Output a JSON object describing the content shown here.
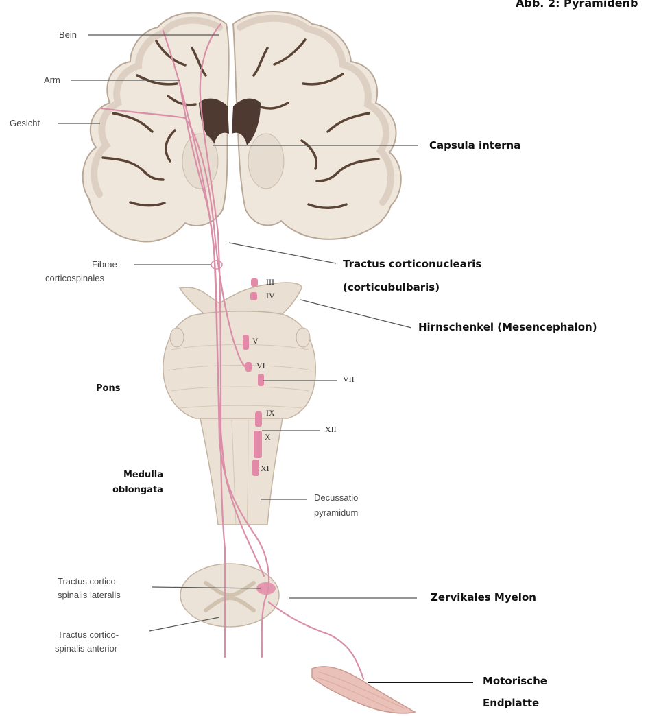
{
  "header": {
    "partial_title": "Abb. 2: Pyramidenb"
  },
  "labels": {
    "bein": "Bein",
    "arm": "Arm",
    "gesicht": "Gesicht",
    "capsula_interna": "Capsula interna",
    "fibrae_line1": "Fibrae",
    "fibrae_line2": "corticospinales",
    "tractus_corticonuclearis_line1": "Tractus corticonuclearis",
    "tractus_corticonuclearis_line2": "(corticubulbaris)",
    "hirnschenkel": "Hirnschenkel (Mesencephalon)",
    "pons": "Pons",
    "medulla_line1": "Medulla",
    "medulla_line2": "oblongata",
    "decussatio_line1": "Decussatio",
    "decussatio_line2": "pyramidum",
    "tractus_lateralis_line1": "Tractus cortico-",
    "tractus_lateralis_line2": "spinalis lateralis",
    "tractus_anterior_line1": "Tractus cortico-",
    "tractus_anterior_line2": "spinalis anterior",
    "zervikales_myelon": "Zervikales Myelon",
    "motorische_line1": "Motorische",
    "motorische_line2": "Endplatte"
  },
  "cranial_nerves": {
    "iii": "III",
    "iv": "IV",
    "v": "V",
    "vi": "VI",
    "vii": "VII",
    "ix": "IX",
    "x": "X",
    "xii": "XII",
    "xi": "XI"
  },
  "colors": {
    "tract": "#d98fa8",
    "brain_tissue": "#efe7dc",
    "brain_outline": "#b9a898",
    "sulci": "#5b4335",
    "nucleus": "#e38aa8",
    "leader_line": "#555555"
  }
}
